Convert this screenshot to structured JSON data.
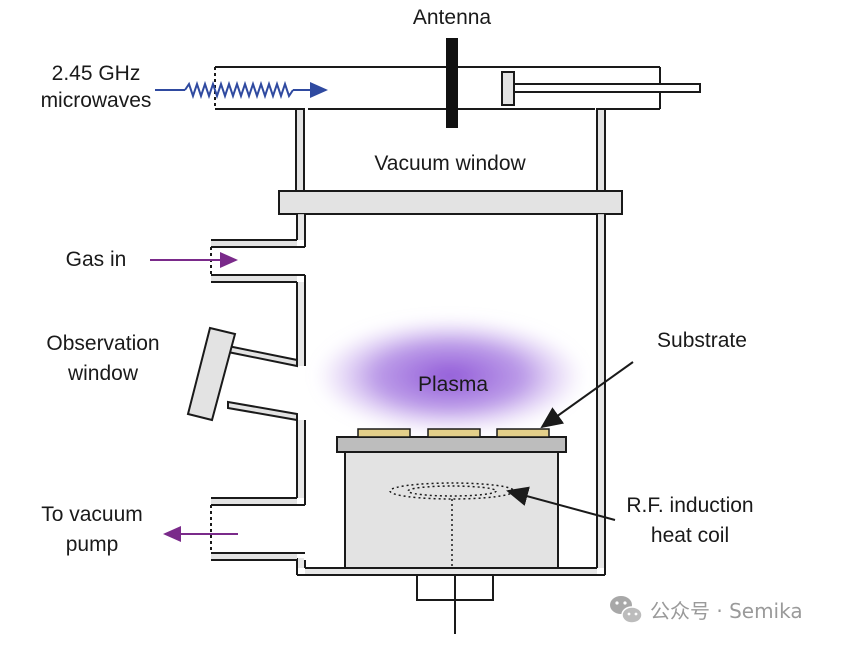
{
  "labels": {
    "antenna": "Antenna",
    "microwave_line1": "2.45 GHz",
    "microwave_line2": "microwaves",
    "vacuum_window": "Vacuum window",
    "gas_in": "Gas in",
    "observation_line1": "Observation",
    "observation_line2": "window",
    "vacuum_pump_line1": "To vacuum",
    "vacuum_pump_line2": "pump",
    "plasma": "Plasma",
    "substrate": "Substrate",
    "rf_line1": "R.F. induction",
    "rf_line2": "heat coil"
  },
  "watermark": {
    "text": "公众号 · Semika",
    "icon": "wechat-icon"
  },
  "colors": {
    "microwave_arrow": "#2f4aa0",
    "gas_arrows": "#7a2a8a",
    "plasma": "#9a6ad8",
    "substrate": "#e3cf8a",
    "chamber_fill": "#e3e3e3",
    "outline": "#1a1a1a"
  }
}
